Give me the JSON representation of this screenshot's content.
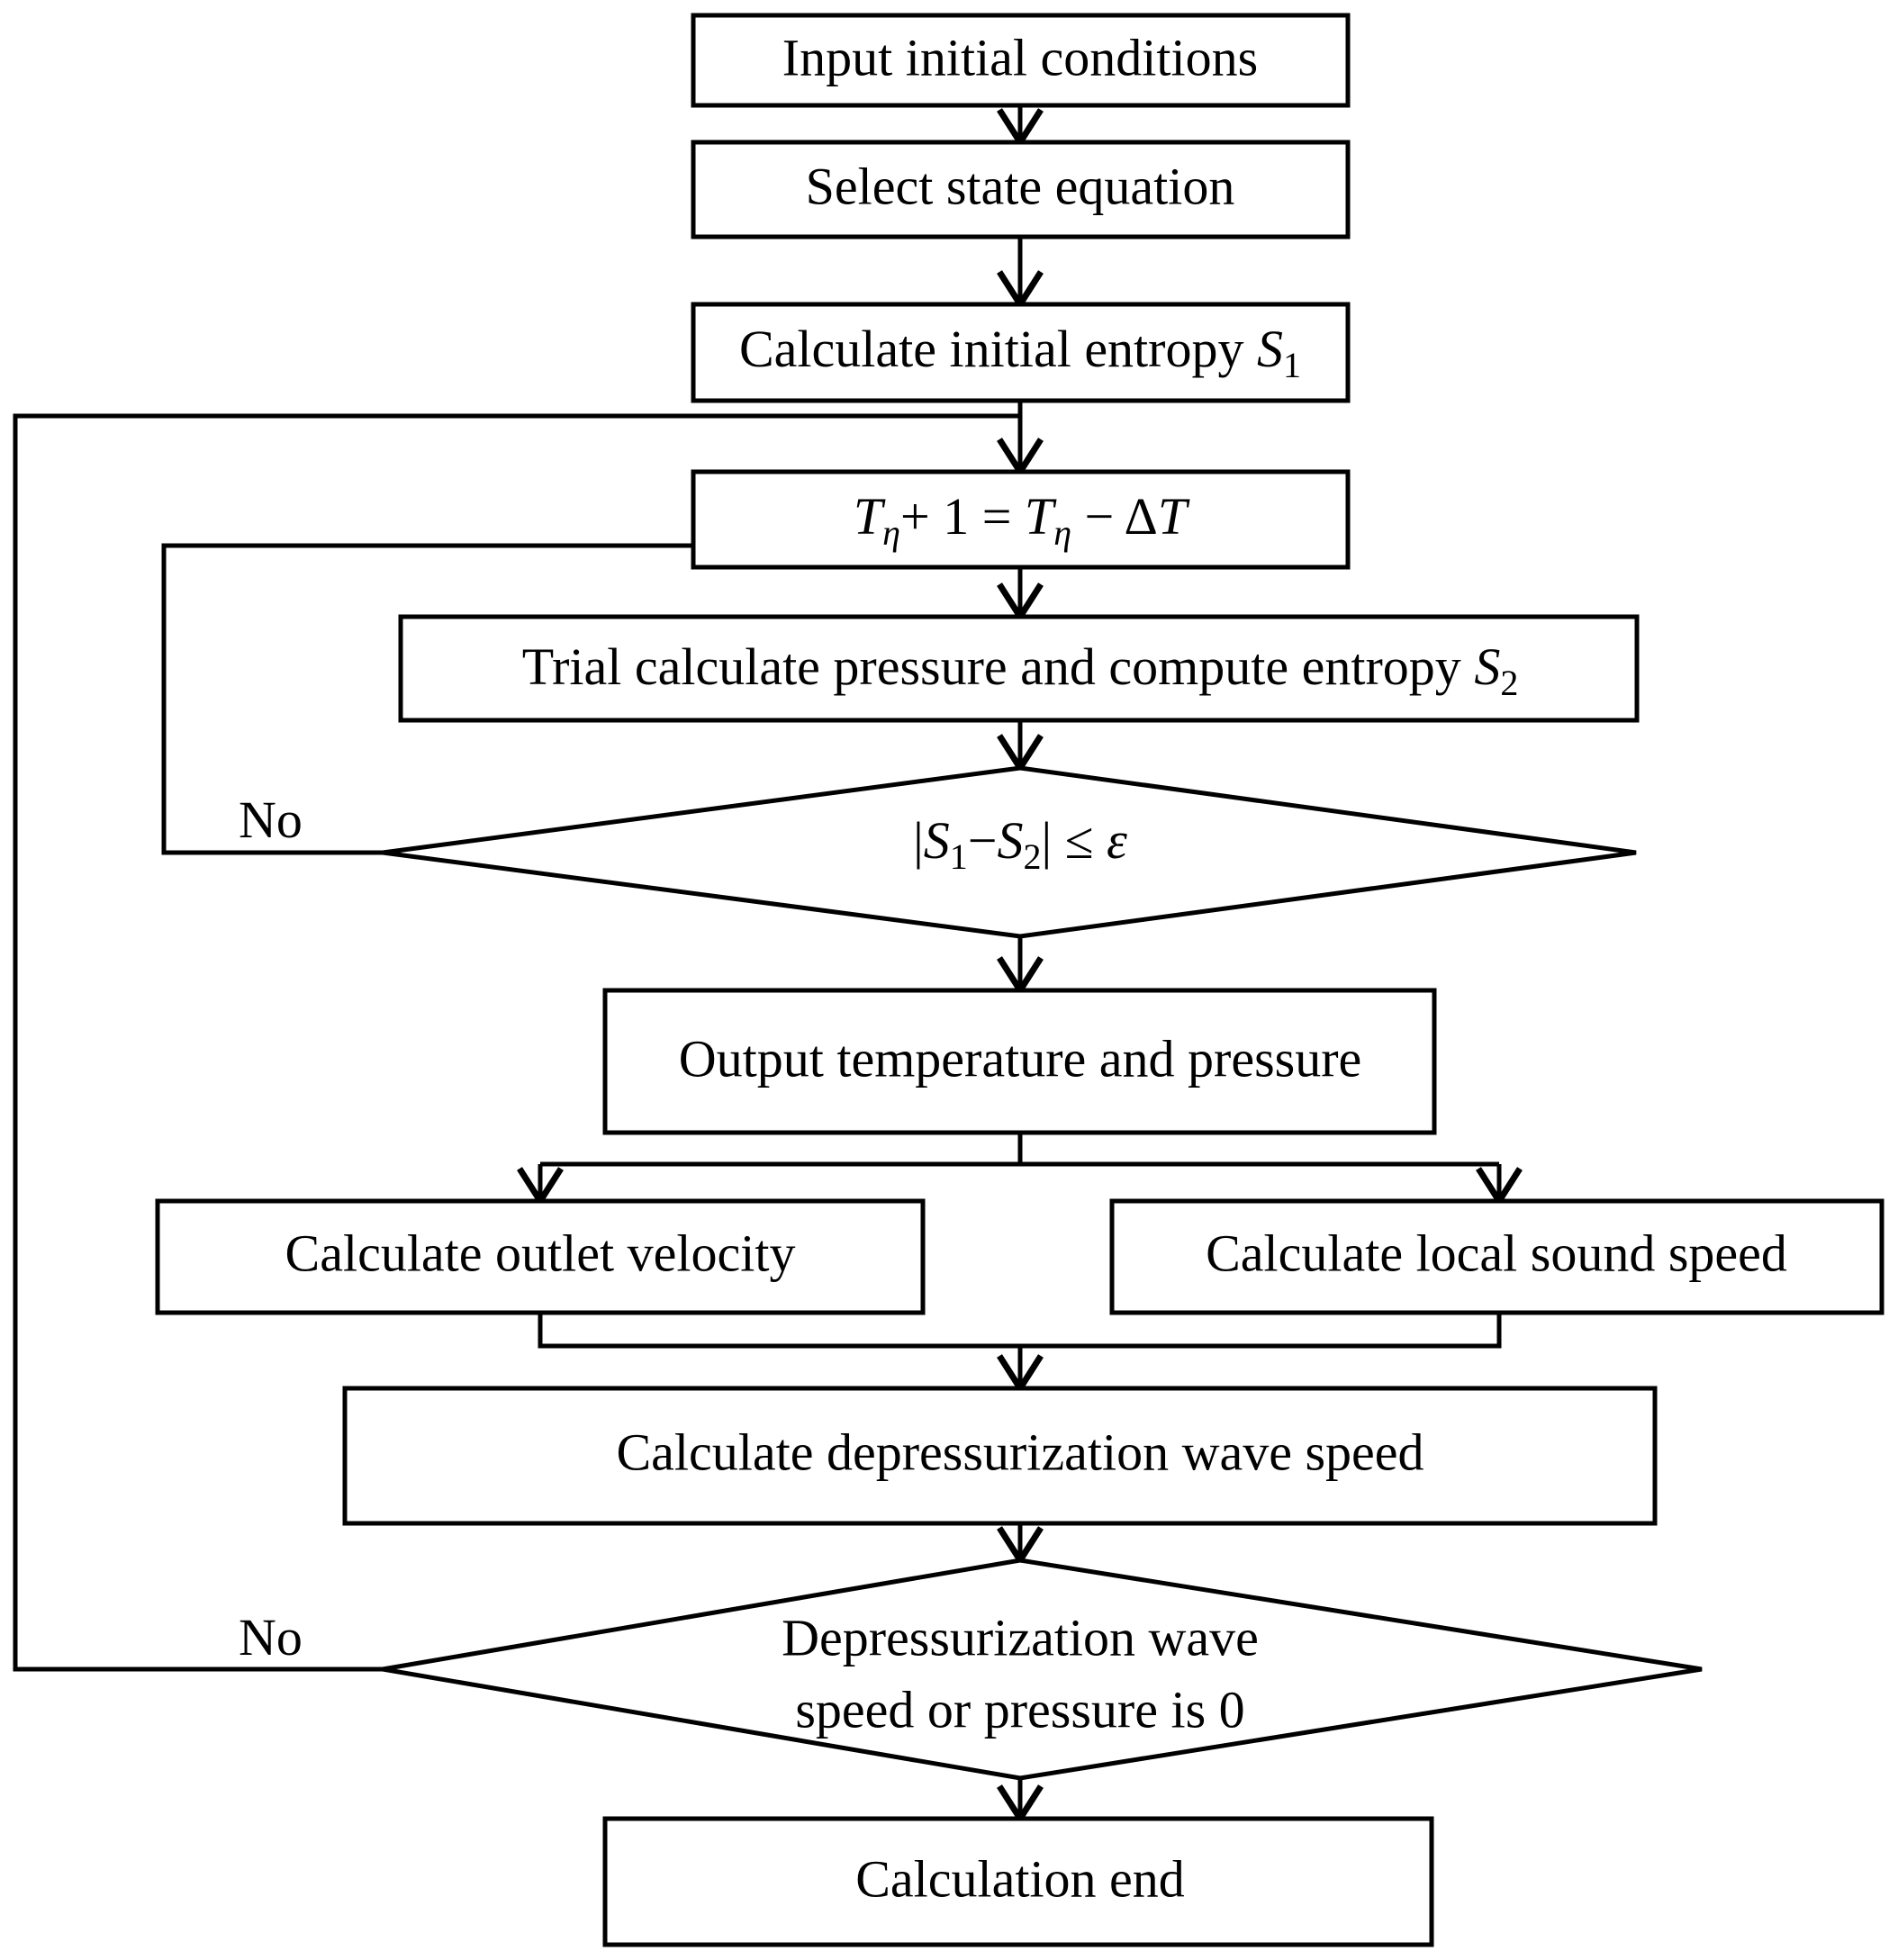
{
  "diagram": {
    "title": "Depressurization wave speed calculation flowchart",
    "background_color": "#ffffff",
    "line_color": "#000000",
    "fill_color": "#ffffff"
  },
  "nodes": {
    "input_initial_conditions": {
      "label": "Input initial conditions",
      "shape": "process"
    },
    "select_state_equation": {
      "label": "Select state equation",
      "shape": "process"
    },
    "calculate_initial_entropy": {
      "label_prefix": "Calculate initial entropy ",
      "label_symbol": "S",
      "label_subscript": "1",
      "shape": "process"
    },
    "temperature_step": {
      "part1_sym": "T",
      "part1_sub": "η",
      "part2": "+ 1 = ",
      "part3_sym": "T",
      "part3_sub": "η",
      "part4": " − Δ",
      "part5_sym": "T",
      "shape": "process"
    },
    "trial_calculate_pressure": {
      "label_prefix": "Trial calculate pressure and compute entropy ",
      "label_symbol": "S",
      "label_subscript": "2",
      "shape": "process"
    },
    "entropy_check": {
      "label_open": "|",
      "label_sym1": "S",
      "label_sub1": "1",
      "label_minus": "−",
      "label_sym2": "S",
      "label_sub2": "2",
      "label_close": "| ≤ ",
      "label_eps": "ε",
      "shape": "decision"
    },
    "output_temperature_pressure": {
      "label": "Output temperature and pressure",
      "shape": "process"
    },
    "calculate_outlet_velocity": {
      "label": "Calculate outlet velocity",
      "shape": "process"
    },
    "calculate_local_sound_speed": {
      "label": "Calculate local sound speed",
      "shape": "process"
    },
    "calculate_depressurization_wave_speed": {
      "label": "Calculate depressurization wave speed",
      "shape": "process"
    },
    "termination_check": {
      "label_line1": "Depressurization wave",
      "label_line2": "speed or pressure is 0",
      "shape": "decision"
    },
    "calculation_end": {
      "label": "Calculation end",
      "shape": "process"
    }
  },
  "edge_labels": {
    "entropy_no": "No",
    "termination_no": "No"
  }
}
